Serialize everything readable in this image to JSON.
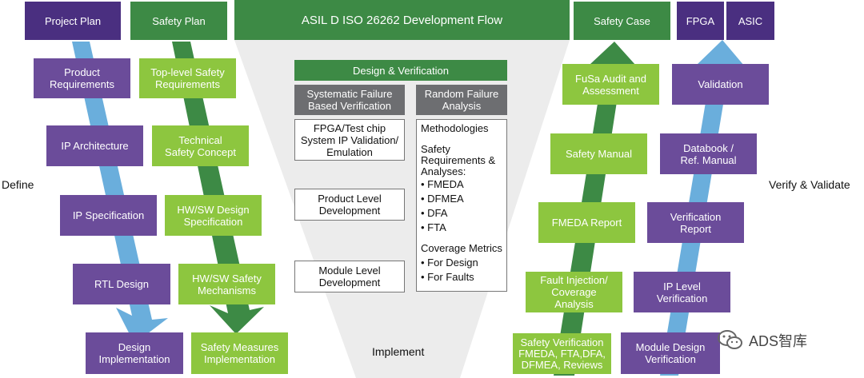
{
  "title": "ASIL D ISO 26262 Development Flow",
  "left_label": "Define",
  "right_label": "Verify & Validate",
  "bottom_label": "Implement",
  "watermark": "ADS智库",
  "colors": {
    "purple": "#6b4c9a",
    "dark_purple": "#4a2f80",
    "light_green": "#8dc63f",
    "dark_green": "#3d8a45",
    "arrow_blue": "#6aaedc",
    "funnel_grey": "#ececec"
  },
  "left_purple": [
    "Project Plan",
    "Product\nRequirements",
    "IP Architecture",
    "IP Specification",
    "RTL Design",
    "Design\nImplementation"
  ],
  "left_green": [
    "Safety Plan",
    "Top-level Safety\nRequirements",
    "Technical\nSafety Concept",
    "HW/SW Design\nSpecification",
    "HW/SW Safety\nMechanisms",
    "Safety Measures\nImplementation"
  ],
  "right_green": [
    "Safety Case",
    "FuSa Audit and\nAssessment",
    "Safety Manual",
    "FMEDA Report",
    "Fault Injection/\nCoverage\nAnalysis",
    "Safety Verification\nFMEDA, FTA,DFA,\nDFMEA, Reviews"
  ],
  "right_purple": [
    "FPGA",
    "ASIC",
    "Validation",
    "Databook /\nRef. Manual",
    "Verification\nReport",
    "IP Level\nVerification",
    "Module Design\nVerification"
  ],
  "center": {
    "header": "Design & Verification",
    "col1_header": "Systematic Failure\nBased Verification",
    "col2_header": "Random Failure\nAnalysis",
    "col1_items": [
      "FPGA/Test chip\nSystem IP Validation/\nEmulation",
      "Product Level\nDevelopment",
      "Module Level\nDevelopment"
    ],
    "col2_lines": [
      "Methodologies",
      "Safety\nRequirements &\nAnalyses:",
      "• FMEDA",
      "• DFMEA",
      "• DFA",
      "• FTA",
      "Coverage Metrics",
      "• For Design",
      "• For Faults"
    ]
  }
}
